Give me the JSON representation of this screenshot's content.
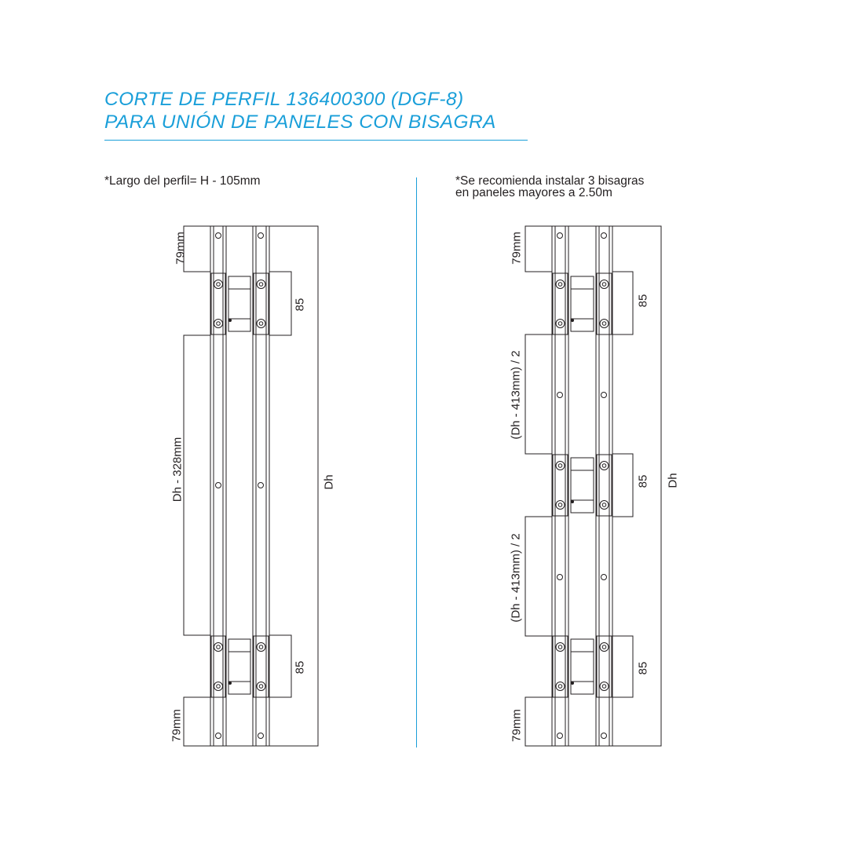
{
  "title": {
    "line1": "CORTE DE PERFIL 136400300 (DGF-8)",
    "line2": "PARA UNIÓN DE PANELES CON BISAGRA",
    "color": "#1a9fd9"
  },
  "left": {
    "note": "*Largo del perfil= H - 105mm",
    "dims": {
      "top": "79mm",
      "hinge_top": "85",
      "middle": "Dh - 328mm",
      "total": "Dh",
      "hinge_bottom": "85",
      "bottom": "79mm"
    }
  },
  "right": {
    "note_line1": "*Se recomienda instalar 3 bisagras",
    "note_line2": "en paneles mayores a 2.50m",
    "dims": {
      "top": "79mm",
      "hinge_top": "85",
      "upper_gap": "(Dh - 413mm) / 2",
      "hinge_mid": "85",
      "total": "Dh",
      "lower_gap": "(Dh - 413mm) / 2",
      "hinge_bottom": "85",
      "bottom": "79mm"
    }
  },
  "colors": {
    "line": "#231f20",
    "accent": "#1a9fd9"
  }
}
